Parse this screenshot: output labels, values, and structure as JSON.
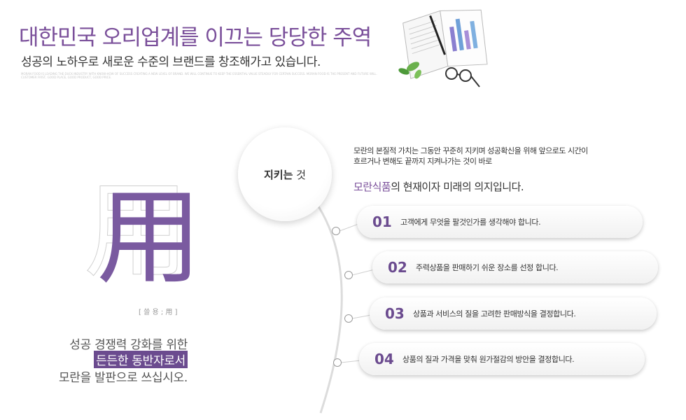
{
  "header": {
    "title": "대한민국 오리업계를 이끄는 당당한 주역",
    "subtitle": "성공의 노하우로 새로운 수준의 브랜드를 창조해가고 있습니다.",
    "fine_print": "MORAN FOOD IS LEADING THE DUCK INDUSTRY WITH KNOW-HOW OF SUCCESS CREATING A NEW LEVEL OF BRAND. WE WILL CONTINUE TO KEEP THE ESSENTIAL VALUE STEADILY FOR CERTAIN SUCCESS. MORAN FOOD IS THE PRESENT AND FUTURE WILL. CUSTOMER FIRST, GOOD PLACE, GOOD PRODUCT, GOOD PRICE."
  },
  "left": {
    "character": "用",
    "caption": "[ 쓸 용 ; 用 ]",
    "slogan_line1": "성공 경쟁력 강화를 위한",
    "slogan_line2": "든든한 동반자로서",
    "slogan_line3": "모란을 발판으로 쓰십시오."
  },
  "circle": {
    "bold": "지키는",
    "normal": " 것"
  },
  "description": {
    "line1": "모란의 본질적 가치는 그동안 꾸준히 지키며 성공확신을 위해 앞으로도 시간이",
    "line2": "흐르거나 변해도 끝까지 지켜나가는 것이 바로",
    "brand": "모란식품",
    "strong_rest": "의 현재이자 미래의 의지입니다."
  },
  "items": [
    {
      "num": "01",
      "text": "고객에게 무엇을 팔것인가를 생각해야 합니다."
    },
    {
      "num": "02",
      "text": "주력상품을 판매하기 쉬운 장소를 선정 합니다."
    },
    {
      "num": "03",
      "text": "상품과 서비스의 질을 고려한 판매방식을 결정합니다."
    },
    {
      "num": "04",
      "text": "상품의 질과 가격을 맞춰 원가절감의 방안을 결정합니다."
    }
  ],
  "colors": {
    "accent": "#7a4f9a",
    "highlight_bg": "#6b4b8f"
  }
}
